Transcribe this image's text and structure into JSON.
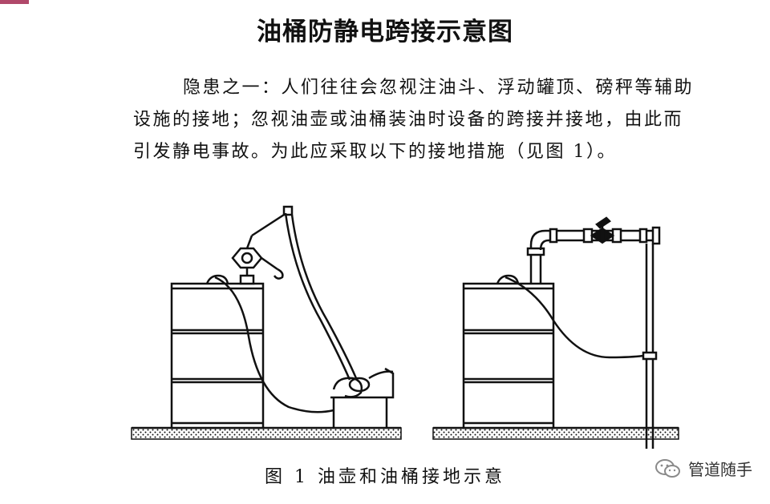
{
  "title": "油桶防静电跨接示意图",
  "paragraph": "隐患之一：人们往往会忽视注油斗、浮动罐顶、磅秤等辅助设施的接地；忽视油壶或油桶装油时设备的跨接并接地，由此而引发静电事故。为此应采取以下的接地措施（见图 1）。",
  "caption": "图 1  油壶和油桶接地示意",
  "watermark": "管道随手",
  "colors": {
    "accent": "#b0486a",
    "ink": "#111111"
  }
}
